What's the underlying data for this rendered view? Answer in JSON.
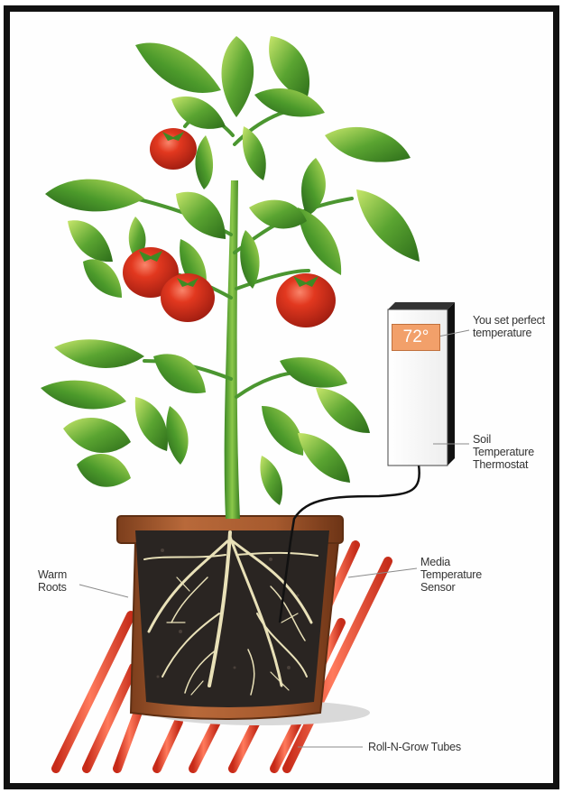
{
  "thermostat": {
    "display": "72°"
  },
  "labels": {
    "set_temp": "You set perfect temperature",
    "thermostat": "Soil Temperature Thermostat",
    "warm_roots": "Warm Roots",
    "sensor": "Media Temperature Sensor",
    "tubes": "Roll-N-Grow Tubes"
  },
  "colors": {
    "tube": "#e8452e",
    "pot": "#a2582c",
    "soil": "#2a2522",
    "leaf": "#4f9a2e",
    "tomato": "#d8301f",
    "display": "#f2a06a"
  },
  "icons": [
    "tomato-plant-illustration",
    "thermostat-device",
    "clay-pot",
    "heating-tube"
  ]
}
